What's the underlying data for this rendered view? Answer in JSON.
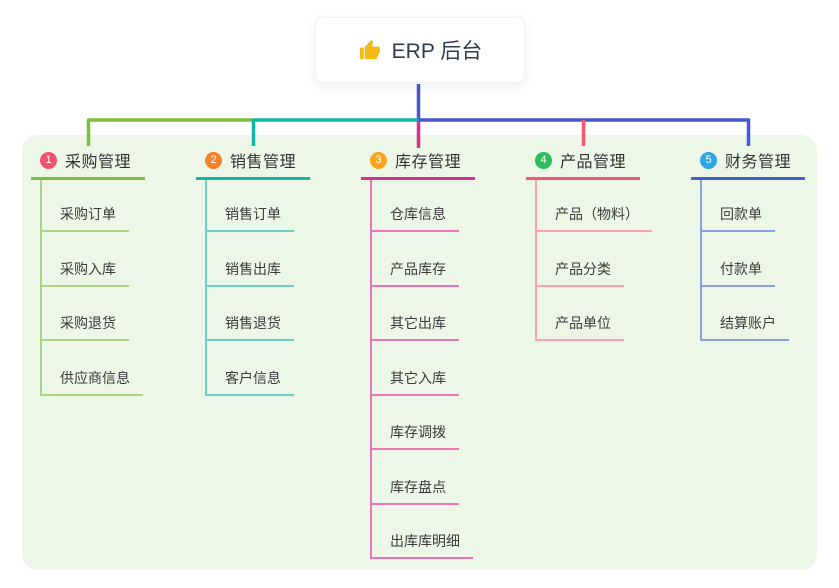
{
  "root": {
    "label": "ERP 后台",
    "icon": "thumbs-up-icon"
  },
  "colors": {
    "canvas_bg": "#ffffff",
    "panel_bg": "#ecf7e8",
    "stem_blue": "#4857d2",
    "title_text": "#333333",
    "child_text": "#3b3b3b",
    "root_text": "#303c50",
    "thumb_gold": "#f5b915"
  },
  "branches": [
    {
      "index": "1",
      "label": "采购管理",
      "badge_color": "#f4516c",
      "line_color": "#7bbf3e",
      "child_line_color": "#aed383",
      "children": [
        "采购订单",
        "采购入库",
        "采购退货",
        "供应商信息"
      ]
    },
    {
      "index": "2",
      "label": "销售管理",
      "badge_color": "#f5822b",
      "line_color": "#14b5a5",
      "child_line_color": "#6fd1c5",
      "children": [
        "销售订单",
        "销售出库",
        "销售退货",
        "客户信息"
      ]
    },
    {
      "index": "3",
      "label": "库存管理",
      "badge_color": "#f9a61b",
      "line_color": "#d93090",
      "child_line_color": "#ee74b6",
      "children": [
        "仓库信息",
        "产品库存",
        "其它出库",
        "其它入库",
        "库存调拨",
        "库存盘点",
        "出库库明细"
      ]
    },
    {
      "index": "4",
      "label": "产品管理",
      "badge_color": "#2dbd5a",
      "line_color": "#f8566c",
      "child_line_color": "#f9a2ad",
      "children": [
        "产品（物料）",
        "产品分类",
        "产品单位"
      ]
    },
    {
      "index": "5",
      "label": "财务管理",
      "badge_color": "#2ba7e3",
      "line_color": "#3e61d4",
      "child_line_color": "#8aa0e0",
      "children": [
        "回款单",
        "付款单",
        "结算账户"
      ]
    }
  ]
}
